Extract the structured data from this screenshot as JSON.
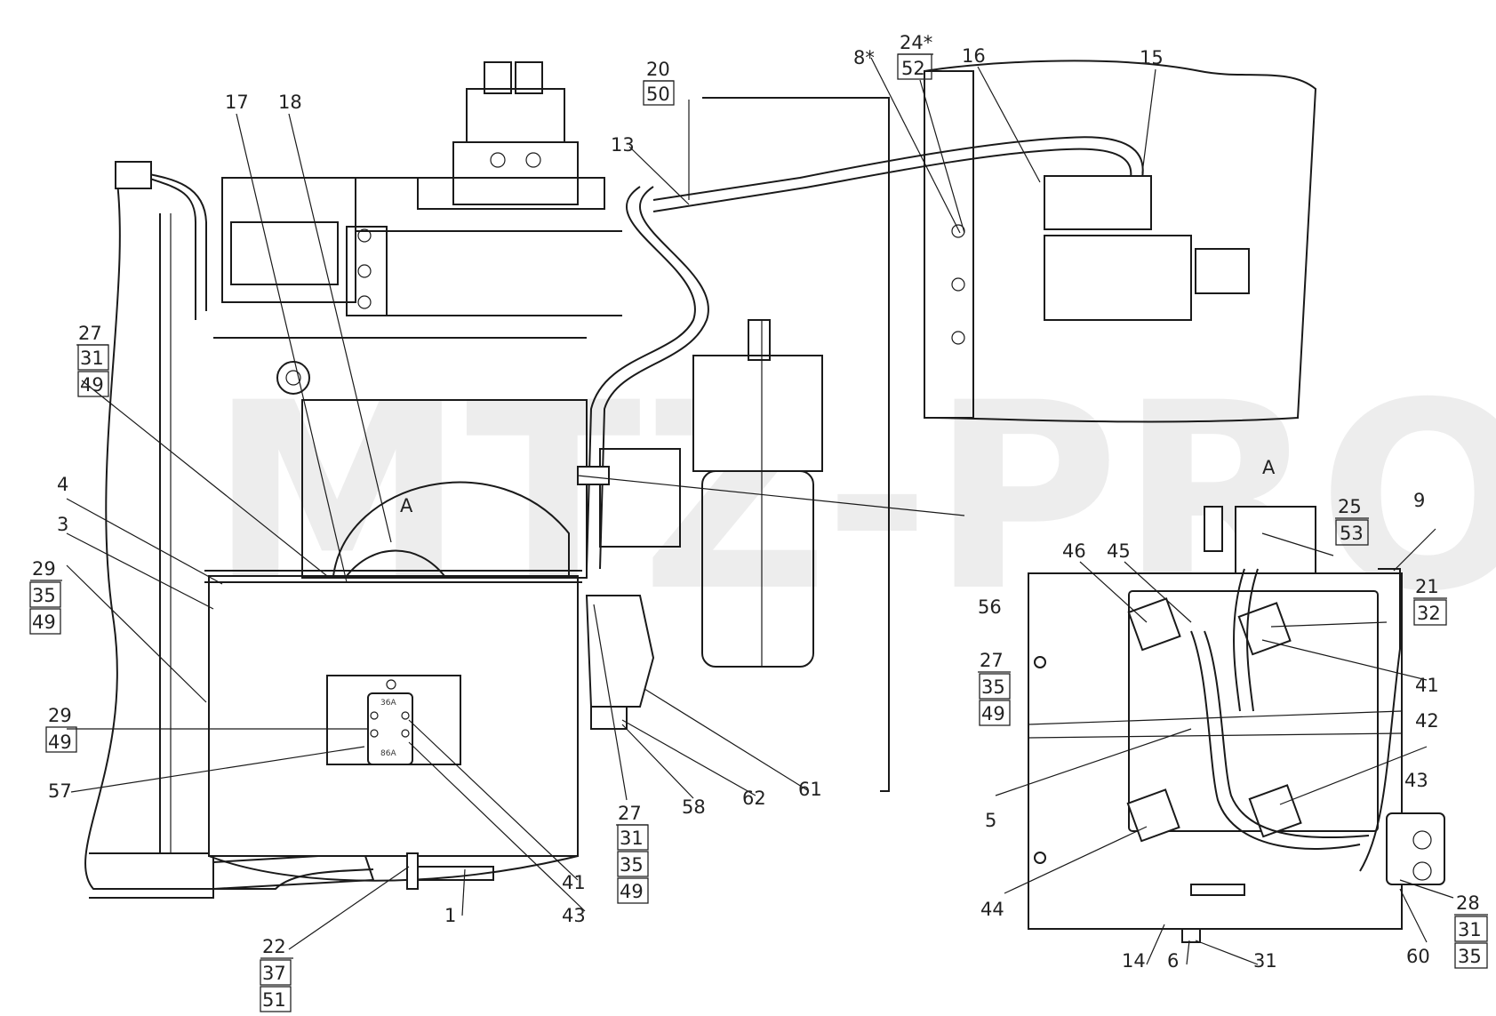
{
  "watermark": "MTZ-PRO",
  "view_label": "A",
  "callout_in_view": "A",
  "relay_labels": [
    "36A",
    "86A"
  ],
  "main_view": {
    "callouts": [
      {
        "id": "c-17",
        "lines": [
          "17"
        ]
      },
      {
        "id": "c-18",
        "lines": [
          "18"
        ]
      },
      {
        "id": "c-20-50",
        "lines": [
          "20",
          "50"
        ]
      },
      {
        "id": "c-13",
        "lines": [
          "13"
        ]
      },
      {
        "id": "c-8",
        "lines": [
          "8*"
        ]
      },
      {
        "id": "c-24-52",
        "lines": [
          "24*",
          "52"
        ]
      },
      {
        "id": "c-16",
        "lines": [
          "16"
        ]
      },
      {
        "id": "c-15",
        "lines": [
          "15"
        ]
      },
      {
        "id": "c-27-31-49",
        "lines": [
          "27",
          "31",
          "49"
        ]
      },
      {
        "id": "c-4",
        "lines": [
          "4"
        ]
      },
      {
        "id": "c-3",
        "lines": [
          "3"
        ]
      },
      {
        "id": "c-29-35-49",
        "lines": [
          "29",
          "35",
          "49"
        ]
      },
      {
        "id": "c-29-49",
        "lines": [
          "29",
          "49"
        ]
      },
      {
        "id": "c-57",
        "lines": [
          "57"
        ]
      },
      {
        "id": "c-41",
        "lines": [
          "41"
        ]
      },
      {
        "id": "c-43",
        "lines": [
          "43"
        ]
      },
      {
        "id": "c-1",
        "lines": [
          "1"
        ]
      },
      {
        "id": "c-22-37-51",
        "lines": [
          "22",
          "37",
          "51"
        ]
      },
      {
        "id": "c-27-31-35-49",
        "lines": [
          "27",
          "31",
          "35",
          "49"
        ]
      },
      {
        "id": "c-58",
        "lines": [
          "58"
        ]
      },
      {
        "id": "c-62",
        "lines": [
          "62"
        ]
      },
      {
        "id": "c-61",
        "lines": [
          "61"
        ]
      }
    ]
  },
  "detail_view": {
    "callouts": [
      {
        "id": "d-46",
        "lines": [
          "46"
        ]
      },
      {
        "id": "d-45",
        "lines": [
          "45"
        ]
      },
      {
        "id": "d-25-53",
        "lines": [
          "25",
          "53"
        ]
      },
      {
        "id": "d-9",
        "lines": [
          "9"
        ]
      },
      {
        "id": "d-21-32",
        "lines": [
          "21",
          "32"
        ]
      },
      {
        "id": "d-56",
        "lines": [
          "56"
        ]
      },
      {
        "id": "d-27-35-49",
        "lines": [
          "27",
          "35",
          "49"
        ]
      },
      {
        "id": "d-41",
        "lines": [
          "41"
        ]
      },
      {
        "id": "d-42",
        "lines": [
          "42"
        ]
      },
      {
        "id": "d-5",
        "lines": [
          "5"
        ]
      },
      {
        "id": "d-43",
        "lines": [
          "43"
        ]
      },
      {
        "id": "d-44",
        "lines": [
          "44"
        ]
      },
      {
        "id": "d-28-31-35",
        "lines": [
          "28",
          "31",
          "35"
        ]
      },
      {
        "id": "d-60",
        "lines": [
          "60"
        ]
      },
      {
        "id": "d-14",
        "lines": [
          "14"
        ]
      },
      {
        "id": "d-6",
        "lines": [
          "6"
        ]
      },
      {
        "id": "d-31",
        "lines": [
          "31"
        ]
      }
    ]
  }
}
